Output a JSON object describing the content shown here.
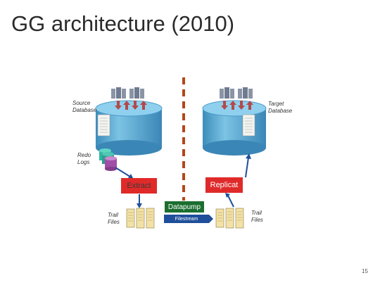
{
  "title": "GG architecture (2010)",
  "labels": {
    "source_db": "Source\nDatabase",
    "target_db": "Target\nDatabase",
    "redo_logs": "Redo\nLogs",
    "trail_left": "Trail\nFiles",
    "trail_right": "Trail\nFiles"
  },
  "processes": {
    "extract": "Extract",
    "replicat": "Replicat",
    "datapump": "Datapump",
    "filestream": "Filestream"
  },
  "page_number": "15",
  "colors": {
    "db_blue": "#5aaed4",
    "process_red": "#e02a2a",
    "datapump_green": "#1b6e2f",
    "filestream_blue": "#1f4f9a",
    "divider": "#b5461a",
    "redo_cyan": "#2bb8a2",
    "redo_purple": "#a04da7"
  }
}
